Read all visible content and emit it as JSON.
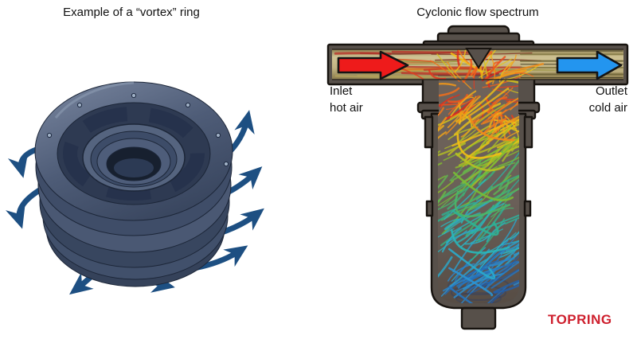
{
  "left_panel": {
    "title": "Example of a “vortex” ring"
  },
  "right_panel": {
    "title": "Cyclonic flow spectrum",
    "inlet_label": "Inlet\nhot air",
    "outlet_label": "Outlet\ncold air",
    "brand": "TOPRING"
  },
  "icons": {
    "inlet_arrow": "right-arrow-red",
    "outlet_arrow": "right-arrow-blue",
    "vortex_arrows": "curved-swirl-arrows"
  },
  "colors": {
    "vortex_arrow_blue": "#1d4f82",
    "ring_metal": "#4a5873",
    "inlet_arrow_red": "#ee1b1b",
    "outlet_arrow_blue": "#2395ef",
    "device_body_gray": "#57504a",
    "device_outline": "#17130f",
    "pipe_interior_tan": "#c3b584",
    "bowl_interior_gray": "#6e635a",
    "brand_red": "#ce1f2d",
    "spectrum": [
      "#d81f1f",
      "#f2641c",
      "#f4c414",
      "#7fbe2e",
      "#2eb289",
      "#28b9c9",
      "#2b8fd4",
      "#1d55a6"
    ]
  }
}
